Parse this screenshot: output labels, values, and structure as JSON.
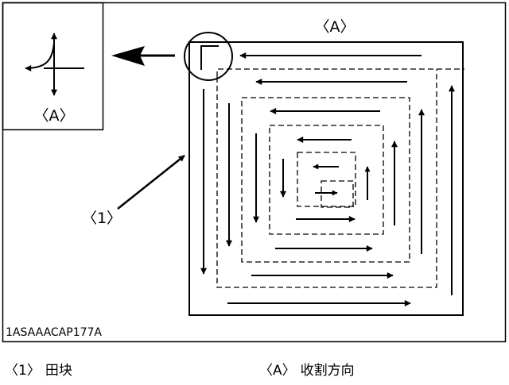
{
  "figure": {
    "code": "1ASAAACAP177A",
    "label_a": "〈A〉",
    "label_1": "〈1〉",
    "inset_label": "〈A〉"
  },
  "captions": [
    {
      "tag": "〈1〉",
      "text": "田块"
    },
    {
      "tag": "〈A〉",
      "text": "收割方向"
    }
  ]
}
